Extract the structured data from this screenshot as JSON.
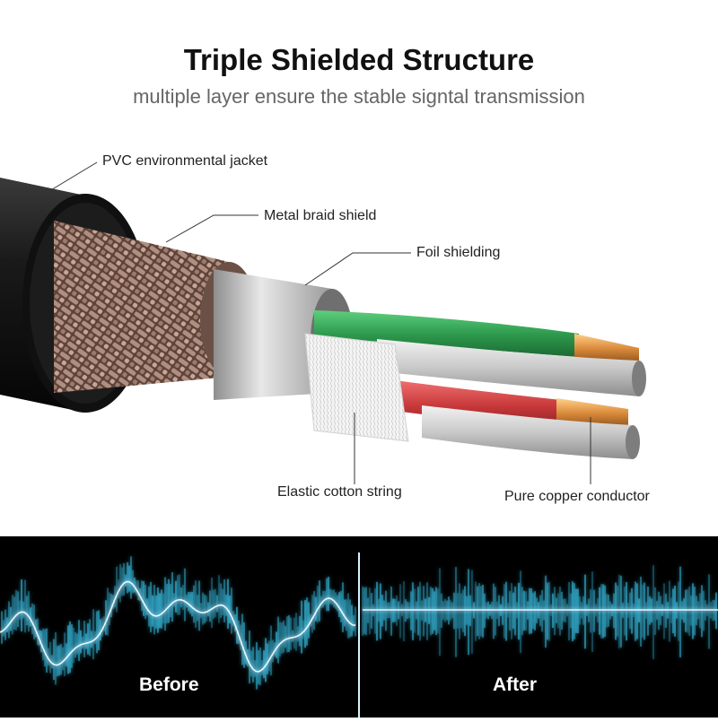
{
  "header": {
    "title": "Triple Shielded Structure",
    "subtitle": "multiple layer ensure the stable signtal transmission"
  },
  "callouts": {
    "jacket": "PVC environmental jacket",
    "braid": "Metal braid shield",
    "foil": "Foil shielding",
    "cotton": "Elastic cotton string",
    "conductor": "Pure copper conductor"
  },
  "comparison": {
    "before_label": "Before",
    "after_label": "After"
  },
  "colors": {
    "jacket": "#141414",
    "braid": "#8a6a5c",
    "foil": "#b9b9b9",
    "wire_green": "#2e9b4e",
    "wire_red": "#c8393b",
    "copper": "#d98a3a",
    "wave": "#3fd6ff"
  }
}
